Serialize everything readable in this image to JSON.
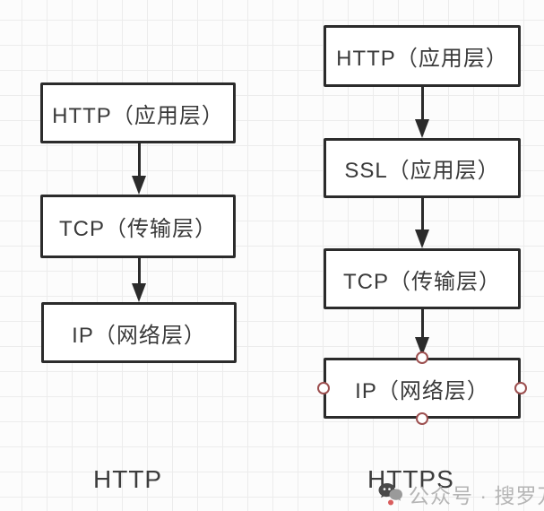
{
  "diagram": {
    "left_stack": {
      "caption": "HTTP",
      "boxes": [
        {
          "label": "HTTP（应用层）"
        },
        {
          "label": "TCP（传输层）"
        },
        {
          "label": "IP（网络层）"
        }
      ]
    },
    "right_stack": {
      "caption": "HTTPS",
      "boxes": [
        {
          "label": "HTTP（应用层）"
        },
        {
          "label": "SSL（应用层）"
        },
        {
          "label": "TCP（传输层）"
        },
        {
          "label": "IP（网络层）",
          "selected": true
        }
      ]
    },
    "colors": {
      "box_border": "#2b2b2b",
      "box_fill": "#ffffff",
      "box_text": "#3a3a3a",
      "arrow": "#2b2b2b",
      "handle_border": "#9c4f4f",
      "handle_fill": "#ffffff",
      "grid_line": "#ececec",
      "canvas_background": "#fcfcfc"
    }
  },
  "watermark": {
    "text": "公众号 · 搜罗万相",
    "icon": "wechat-bubbles-icon",
    "text_color": "#b5b5b5",
    "icon_accent_color": "#d95d5d"
  }
}
